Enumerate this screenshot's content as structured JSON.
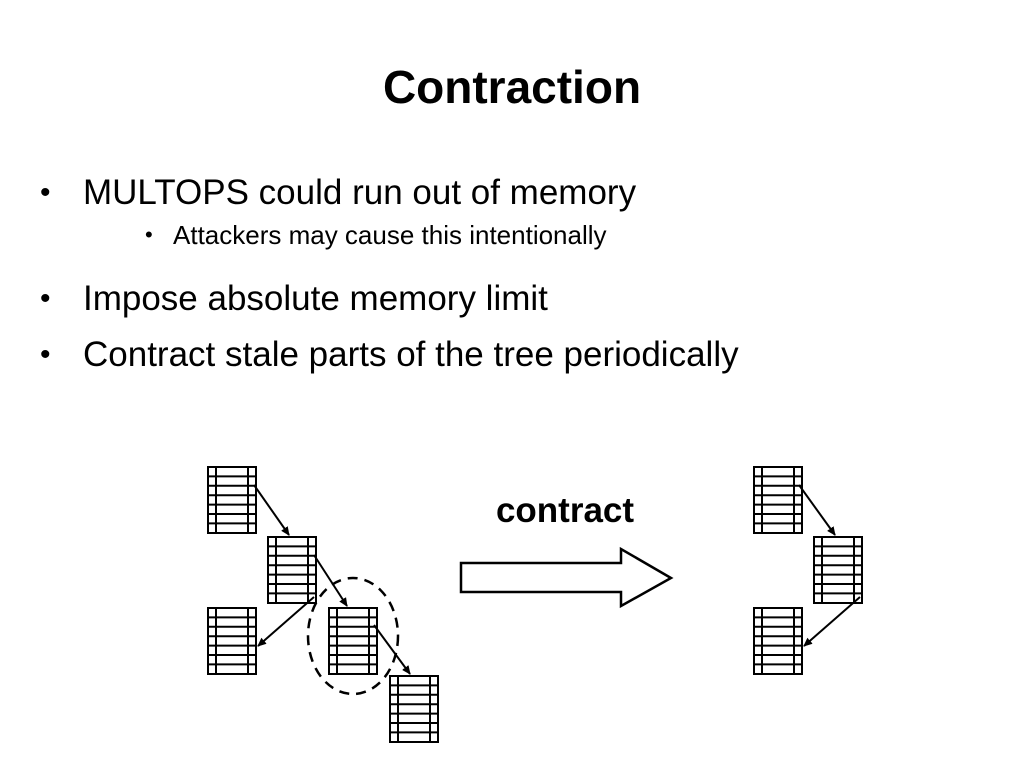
{
  "slide": {
    "title": "Contraction",
    "bullets": [
      {
        "text": "MULTOPS could run out of memory",
        "bullet": "•"
      },
      {
        "text": "Impose absolute memory limit",
        "bullet": "•"
      },
      {
        "text": "Contract stale parts of the tree periodically",
        "bullet": "•"
      }
    ],
    "sub_bullets": [
      {
        "text": "Attackers may cause this intentionally",
        "bullet": "•"
      }
    ]
  },
  "diagram": {
    "arrow_label": "contract",
    "stroke_color": "#000000"
  }
}
